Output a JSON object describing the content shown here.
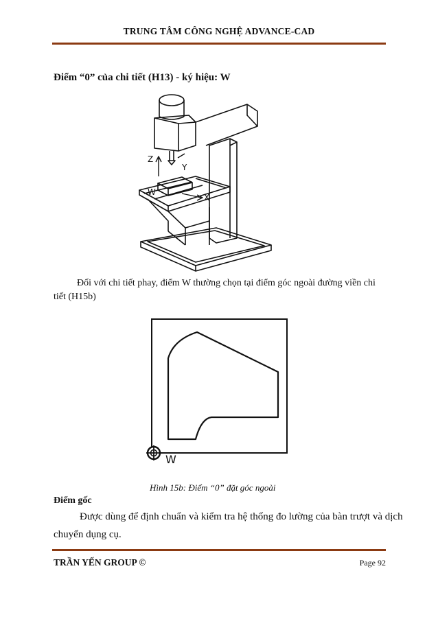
{
  "header": {
    "title": "TRUNG TÂM CÔNG NGHỆ ADVANCE-CAD"
  },
  "section1": {
    "heading": "Điểm “0” của chi tiết (H13) - ký hiệu: W"
  },
  "figure13": {
    "labels": {
      "z": "Z",
      "y": "Y",
      "x": "X",
      "w": "W"
    }
  },
  "paragraph1": "Đối với chi tiết phay, điểm W thường chọn tại điểm góc ngoài đường viền chi tiết (H15b)",
  "figure15b": {
    "label_w": "W",
    "caption": "Hình 15b: Điểm “0” đặt góc ngoài"
  },
  "section2": {
    "heading": "Điểm gốc",
    "paragraph": "Được dùng để định chuẩn và kiểm tra hệ thống đo lường của bàn trượt và dịch chuyển dụng cụ."
  },
  "footer": {
    "left": "TRẦN YẾN GROUP ©",
    "right": "Page 92"
  },
  "colors": {
    "rule": "#8b3a12"
  }
}
